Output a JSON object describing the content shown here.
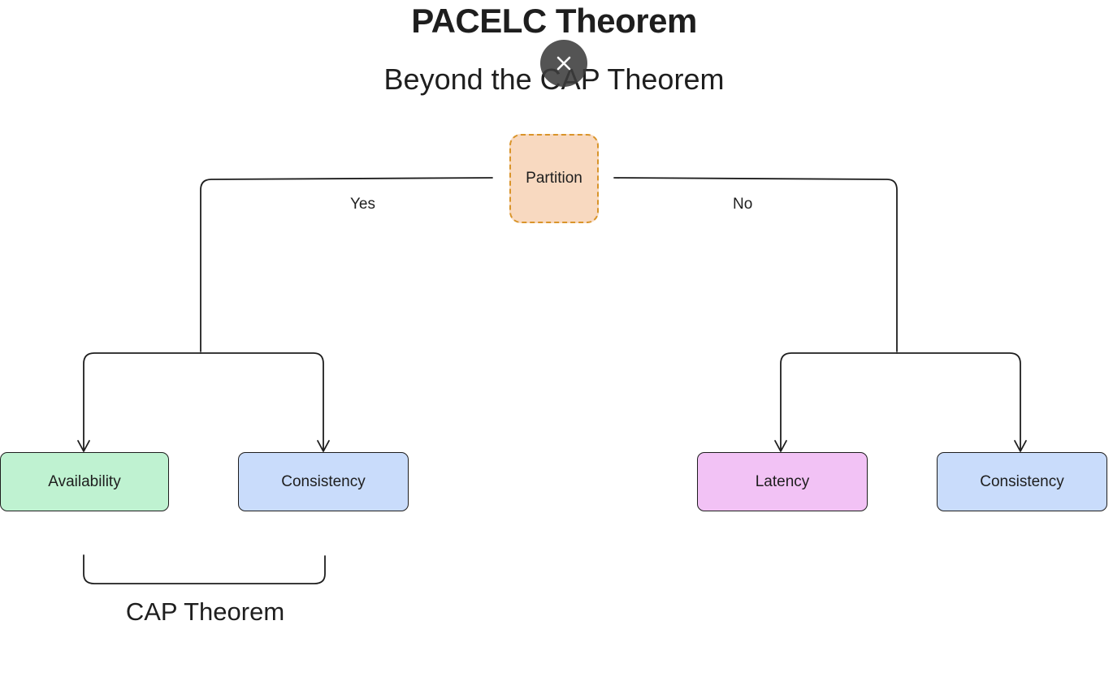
{
  "title": "PACELC Theorem",
  "subtitle": "Beyond the CAP Theorem",
  "close_button": {
    "icon": "close-icon",
    "symbol": "×"
  },
  "nodes": {
    "partition": {
      "label": "Partition",
      "fill": "#f8d9c0",
      "stroke": "#d9942a"
    },
    "availability": {
      "label": "Availability",
      "fill": "#bff2d1"
    },
    "consistency_left": {
      "label": "Consistency",
      "fill": "#c9dcfb"
    },
    "latency": {
      "label": "Latency",
      "fill": "#f2c2f5"
    },
    "consistency_right": {
      "label": "Consistency",
      "fill": "#c9dcfb"
    }
  },
  "edges": {
    "yes": "Yes",
    "no": "No"
  },
  "brace_label": "CAP Theorem"
}
